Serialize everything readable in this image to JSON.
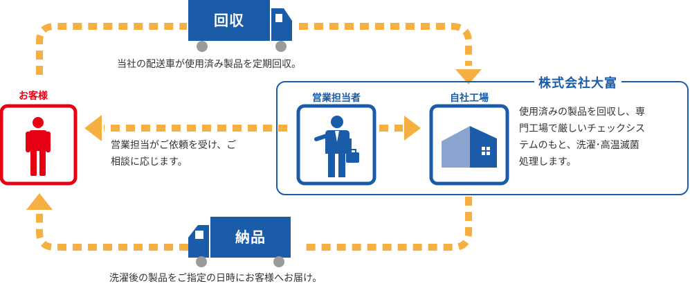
{
  "colors": {
    "blue": "#1a5ca8",
    "red": "#e60012",
    "orange": "#f5b041",
    "light_blue": "#8aa3cf",
    "wheel": "#9a9a9a"
  },
  "top_truck": {
    "label": "回収",
    "icon": "truck-icon"
  },
  "top_caption": "当社の配送車が使用済み製品を定期回収。",
  "customer": {
    "title": "お客様",
    "icon": "person-icon"
  },
  "sales": {
    "title": "営業担当者",
    "icon": "businessman-icon"
  },
  "factory": {
    "title": "自社工場",
    "icon": "factory-icon"
  },
  "company": "株式会社大富",
  "middle_caption": [
    "営業担当がご依頼を受け、ご",
    "相談に応じます。"
  ],
  "factory_desc": [
    "使用済みの製品を回収し、専",
    "門工場で厳しいチェックシス",
    "テムのもと、洗濯･高温滅菌",
    "処理します。"
  ],
  "bottom_truck": {
    "label": "納品",
    "icon": "truck-icon"
  },
  "bottom_caption": "洗濯後の製品をご指定の日時にお客様へお届け。"
}
